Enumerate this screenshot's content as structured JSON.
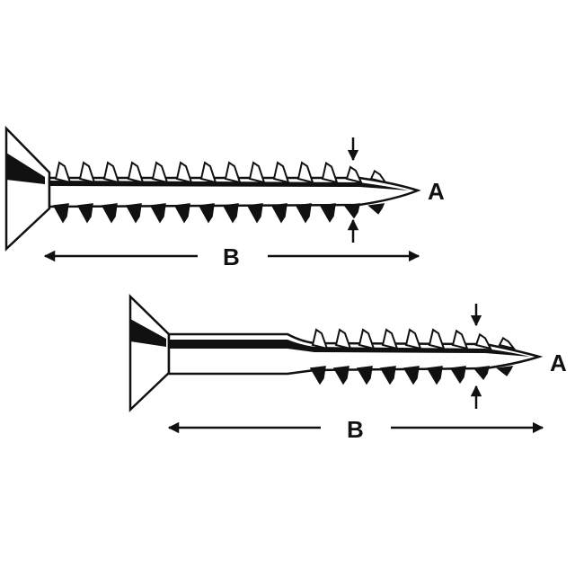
{
  "colors": {
    "ink": "#111111",
    "background": "#ffffff"
  },
  "screws": [
    {
      "name": "fully-threaded-screw",
      "diameter_label": "A",
      "length_label": "B"
    },
    {
      "name": "partially-threaded-screw",
      "diameter_label": "A",
      "length_label": "B"
    }
  ]
}
